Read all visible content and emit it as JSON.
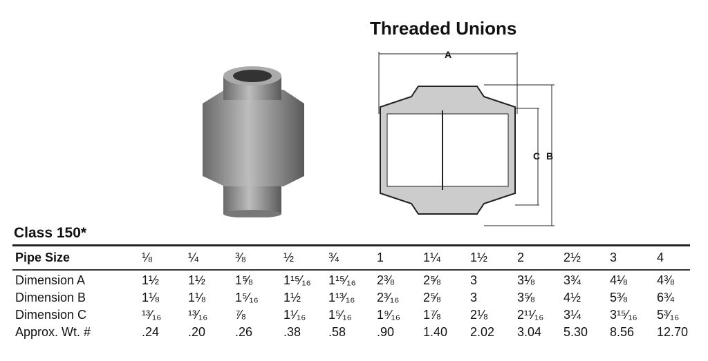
{
  "title": "Threaded Unions",
  "class_label": "Class 150*",
  "diagram_labels": {
    "a": "A",
    "b": "B",
    "c": "C"
  },
  "table": {
    "header": {
      "label": "Pipe Size",
      "values": [
        "⅛",
        "¼",
        "⅜",
        "½",
        "¾",
        "1",
        "1¼",
        "1½",
        "2",
        "2½",
        "3",
        "4"
      ]
    },
    "rows": [
      {
        "label": "Dimension A",
        "values": [
          "1½",
          "1½",
          "1⅝",
          "1¹⁵⁄₁₆",
          "1¹⁵⁄₁₆",
          "2⅜",
          "2⅝",
          "3",
          "3⅛",
          "3¾",
          "4⅛",
          "4⅜"
        ]
      },
      {
        "label": "Dimension B",
        "values": [
          "1⅛",
          "1⅛",
          "1⁵⁄₁₆",
          "1½",
          "1¹³⁄₁₆",
          "2³⁄₁₆",
          "2⅝",
          "3",
          "3⅝",
          "4½",
          "5⅜",
          "6¾"
        ]
      },
      {
        "label": "Dimension C",
        "values": [
          "¹³⁄₁₆",
          "¹³⁄₁₆",
          "⅞",
          "1¹⁄₁₆",
          "1⁵⁄₁₆",
          "1⁹⁄₁₆",
          "1⅞",
          "2⅛",
          "2¹¹⁄₁₆",
          "3¼",
          "3¹⁵⁄₁₆",
          "5³⁄₁₆"
        ]
      },
      {
        "label": "Approx. Wt. #",
        "values": [
          ".24",
          ".20",
          ".26",
          ".38",
          ".58",
          ".90",
          "1.40",
          "2.02",
          "3.04",
          "5.30",
          "8.56",
          "12.70"
        ]
      }
    ]
  }
}
